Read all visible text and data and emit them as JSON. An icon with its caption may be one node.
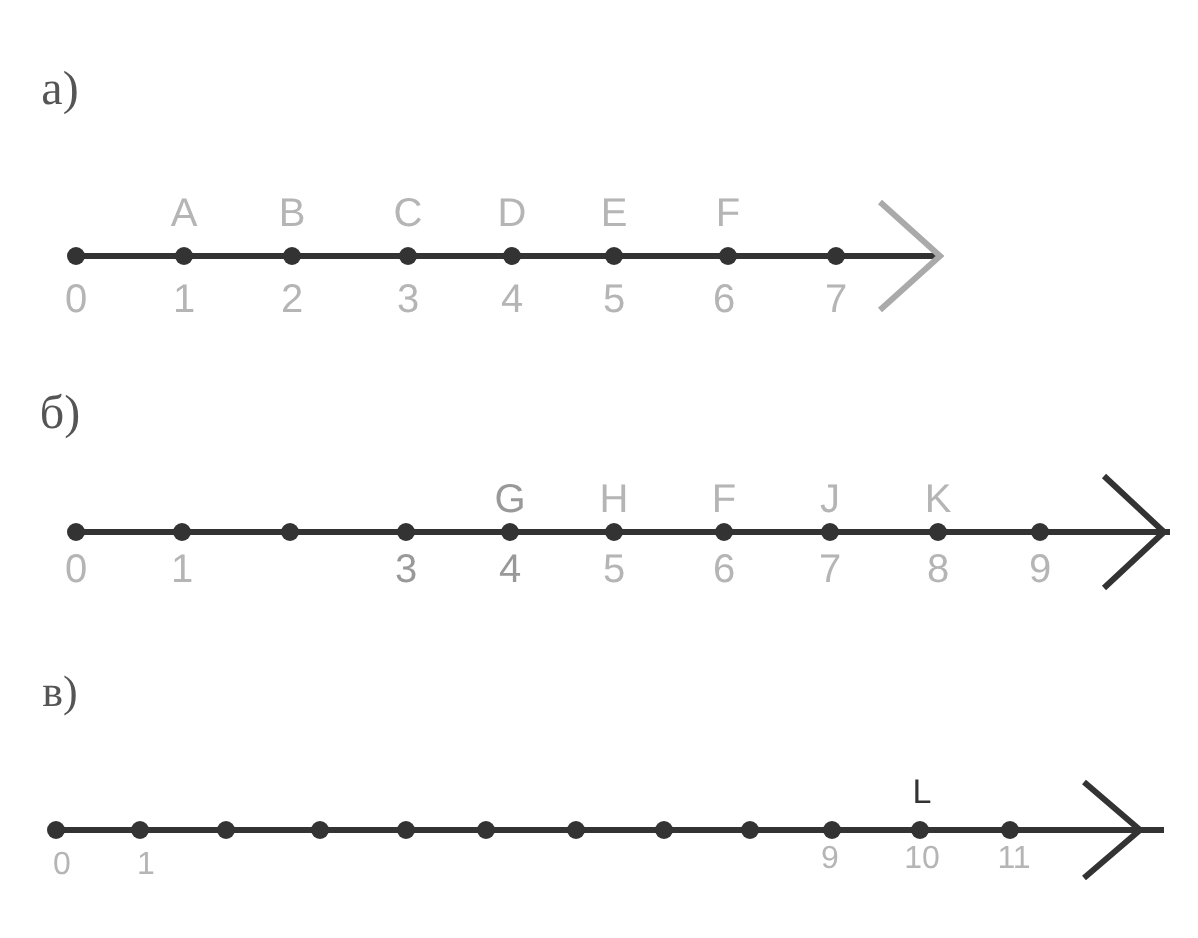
{
  "diagram": {
    "labels": [
      "а)",
      "A",
      "B",
      "C",
      "D",
      "E",
      "F",
      "0",
      "1",
      "2",
      "3",
      "4",
      "5",
      "6",
      "7",
      "б)",
      "G",
      "H",
      "F",
      "J",
      "K",
      "0",
      "1",
      "3",
      "4",
      "5",
      "6",
      "7",
      "8",
      "9",
      "в)",
      "L",
      "0",
      "1",
      "9",
      "10",
      "11"
    ]
  }
}
